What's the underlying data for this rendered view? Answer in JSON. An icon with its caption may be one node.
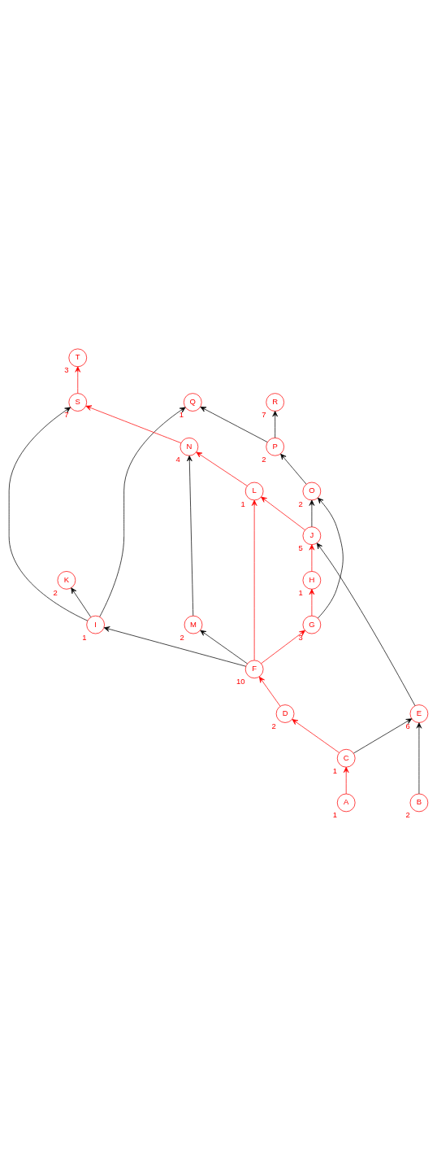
{
  "diagram": {
    "nodes": [
      {
        "text": [
          "A"
        ],
        "beside": [
          "1"
        ]
      },
      {
        "text": [
          "B"
        ],
        "beside": [
          "2"
        ]
      },
      {
        "text": [
          "C"
        ],
        "beside": [
          "1"
        ]
      },
      {
        "text": [
          "D"
        ],
        "beside": [
          "2"
        ]
      },
      {
        "text": [
          "E"
        ],
        "beside": [
          "6"
        ]
      },
      {
        "text": [
          "F"
        ],
        "beside": [
          "10"
        ]
      },
      {
        "text": [
          "G"
        ],
        "beside": [
          "3"
        ]
      },
      {
        "text": [
          "H"
        ],
        "beside": [
          "1"
        ]
      },
      {
        "text": [
          "I"
        ],
        "beside": [
          "1"
        ]
      },
      {
        "text": [
          "J"
        ],
        "beside": [
          "5"
        ]
      },
      {
        "text": [
          "K"
        ],
        "beside": [
          "2"
        ]
      },
      {
        "text": [
          "L"
        ],
        "beside": [
          "1"
        ]
      },
      {
        "text": [
          "M"
        ],
        "beside": [
          "2"
        ]
      },
      {
        "text": [
          "N"
        ],
        "beside": [
          "4"
        ]
      },
      {
        "text": [
          "O"
        ],
        "beside": [
          "2"
        ]
      },
      {
        "text": [
          "P"
        ],
        "beside": [
          "2"
        ]
      },
      {
        "text": [
          "Q"
        ],
        "beside": [
          "1"
        ]
      },
      {
        "text": [
          "R"
        ],
        "beside": [
          "7"
        ]
      },
      {
        "text": [
          "S"
        ],
        "beside": [
          "7"
        ]
      },
      {
        "text": [
          "T"
        ],
        "beside": [
          "3"
        ]
      }
    ],
    "edges": [
      {
        "from": 0,
        "to": 2,
        "arrow": "to",
        "color": "#ff0000"
      },
      {
        "from": 1,
        "to": 4,
        "arrow": "to"
      },
      {
        "from": 2,
        "to": 3,
        "arrow": "to",
        "color": "#ff0000"
      },
      {
        "from": 2,
        "to": 4,
        "arrow": "to"
      },
      {
        "from": 3,
        "to": 5,
        "arrow": "to",
        "color": "#ff0000"
      },
      {
        "from": 4,
        "to": 9,
        "arrow": "to"
      },
      {
        "from": 5,
        "to": 6,
        "arrow": "to",
        "color": "#ff0000"
      },
      {
        "from": 5,
        "to": 8,
        "arrow": "to"
      },
      {
        "from": 5,
        "to": 11,
        "arrow": "to",
        "color": "#ff0000"
      },
      {
        "from": 5,
        "to": 12,
        "arrow": "to"
      },
      {
        "from": 6,
        "to": 7,
        "arrow": "to",
        "color": "#ff0000"
      },
      {
        "from": 6,
        "to": 14,
        "arrow": "to"
      },
      {
        "from": 7,
        "to": 9,
        "arrow": "to",
        "color": "#ff0000"
      },
      {
        "from": 8,
        "to": 10,
        "arrow": "to"
      },
      {
        "from": 8,
        "to": 16,
        "arrow": "to"
      },
      {
        "from": 8,
        "to": 18,
        "arrow": "to"
      },
      {
        "from": 9,
        "to": 11,
        "arrow": "to",
        "color": "#ff0000"
      },
      {
        "from": 9,
        "to": 14,
        "arrow": "to"
      },
      {
        "from": 11,
        "to": 13,
        "arrow": "to",
        "color": "#ff0000"
      },
      {
        "from": 12,
        "to": 13,
        "arrow": "to"
      },
      {
        "from": 13,
        "to": 18,
        "arrow": "to",
        "color": "#ff0000"
      },
      {
        "from": 14,
        "to": 15,
        "arrow": "to"
      },
      {
        "from": 15,
        "to": 16,
        "arrow": "to"
      },
      {
        "from": 15,
        "to": 17,
        "arrow": "to"
      },
      {
        "from": 18,
        "to": 19,
        "arrow": "to",
        "color": "#ff0000"
      }
    ]
  }
}
